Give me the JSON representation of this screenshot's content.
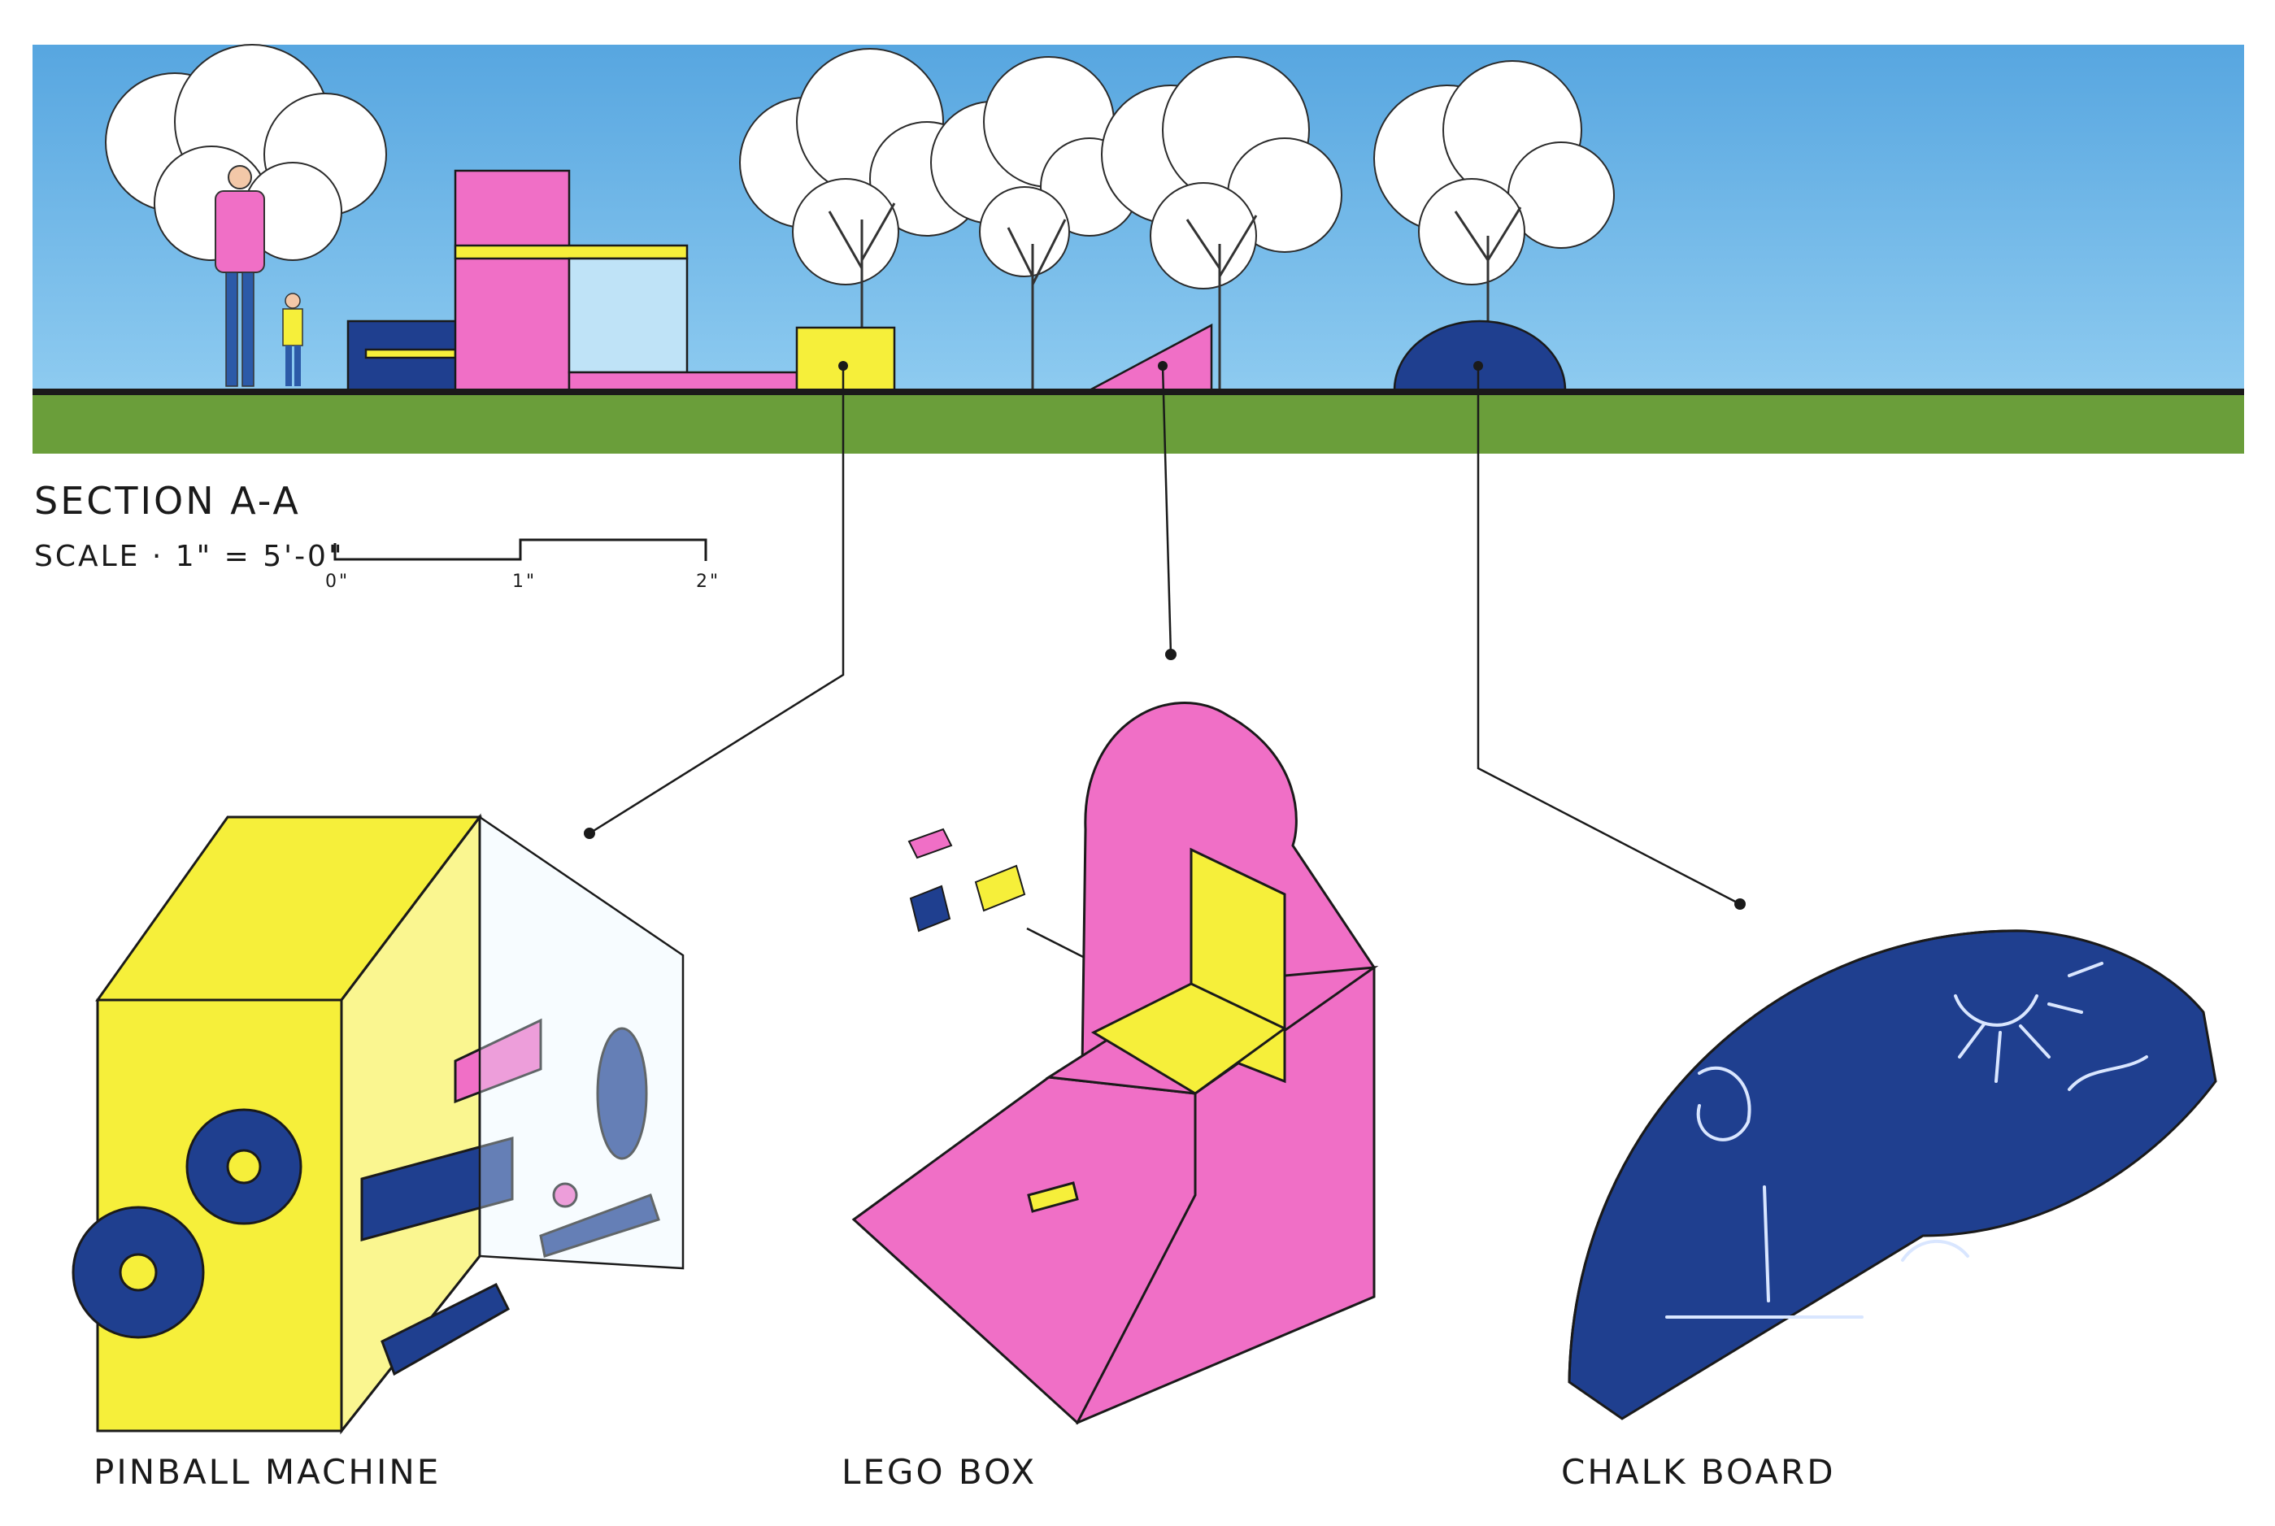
{
  "section": {
    "title": "SECTION A-A",
    "scale_label": "SCALE · 1\" = 5'-0\"",
    "scale_ticks": [
      "0\"",
      "1\"",
      "2\""
    ]
  },
  "items": [
    {
      "label": "PINBALL MACHINE"
    },
    {
      "label": "LEGO BOX"
    },
    {
      "label": "CHALK BOARD"
    }
  ],
  "colors": {
    "sky": "#5aaee6",
    "sky_light": "#bfe3f7",
    "grass": "#6a9e3a",
    "yellow": "#f6ef3a",
    "pink": "#f06fc6",
    "blue": "#1f3f8f",
    "outline": "#1a1a1a"
  }
}
